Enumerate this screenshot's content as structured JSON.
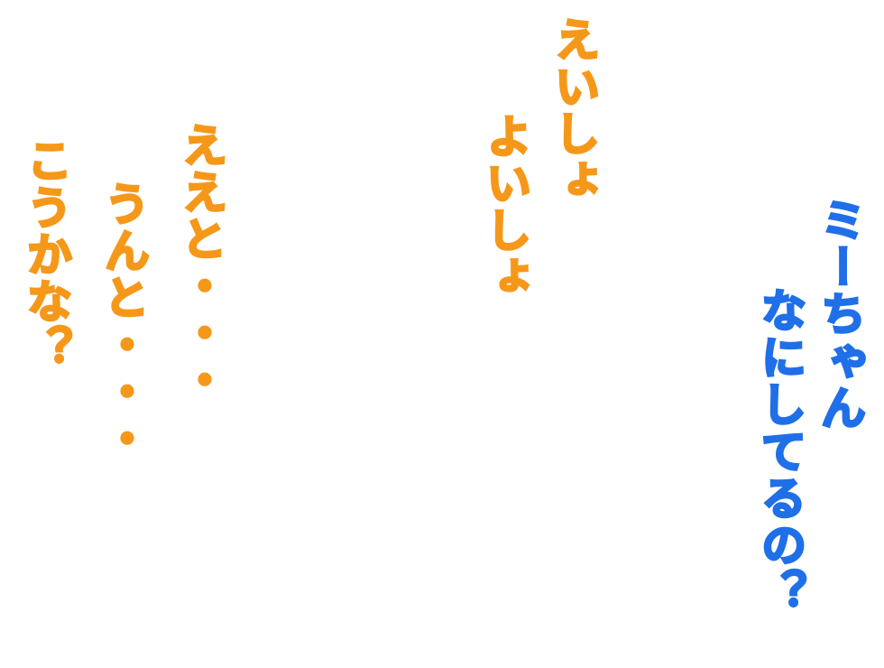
{
  "colors": {
    "blue": "#1f6fe8",
    "orange": "#f5981a",
    "background": "#ffffff"
  },
  "lines": {
    "mii_chan": "ミーちゃん",
    "nani_shiteru": "なにしてるの？",
    "eisho": "えいしょ",
    "yoisho": "よいしょ",
    "eeto": "ええと・・・",
    "unto": "うんと・・・",
    "kouka": "こうかな？"
  }
}
